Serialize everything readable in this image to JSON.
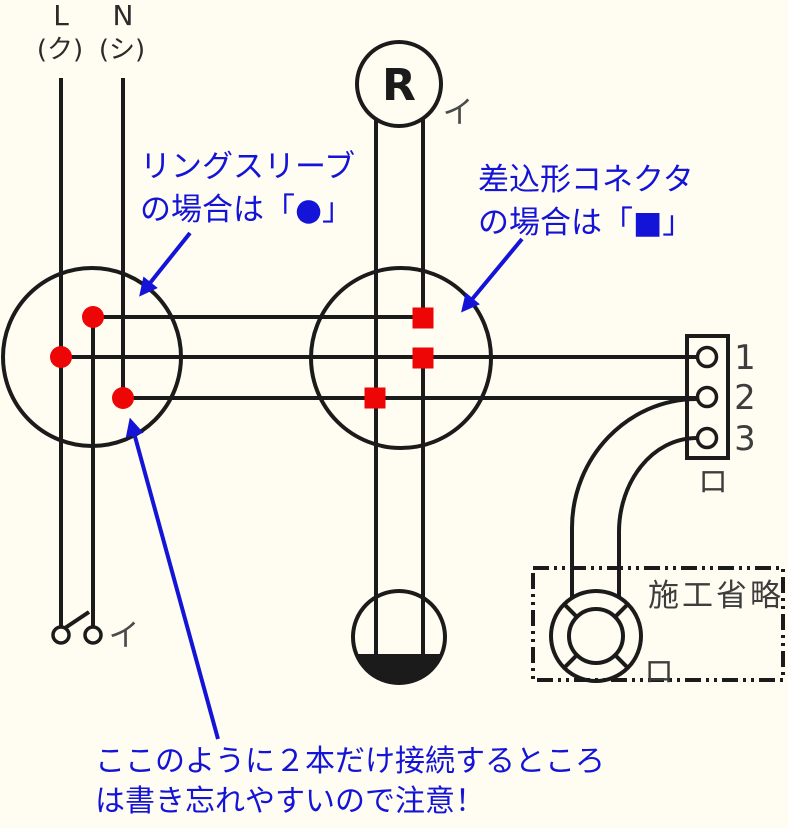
{
  "colors": {
    "background": "#fffdf1",
    "wire_black": "#1b1b1b",
    "junction_red": "#ee0505",
    "annotation_blue": "#1414d8",
    "label_gray": "#4a4a4a",
    "label_dark": "#2b2b2b"
  },
  "supply": {
    "l_label": "L",
    "l_sub_label": "(ク)",
    "n_label": "N",
    "n_sub_label": "(シ)"
  },
  "receptacle": {
    "symbol": "R",
    "circuit_label": "イ"
  },
  "switch": {
    "circuit_label": "イ"
  },
  "terminal_block": {
    "pin_labels": [
      "1",
      "2",
      "3"
    ],
    "circuit_label": "ロ"
  },
  "omission_box": {
    "title": "施工省略",
    "circuit_label": "ロ"
  },
  "annotations": {
    "ring_sleeve": {
      "line1": "リングスリーブ",
      "line2": "の場合は「●」"
    },
    "push_in_connector": {
      "line1": "差込形コネクタ",
      "line2": "の場合は「■」"
    },
    "two_wire_note": {
      "line1": "ここのように２本だけ接続するところ",
      "line2": "は書き忘れやすいので注意！"
    }
  }
}
